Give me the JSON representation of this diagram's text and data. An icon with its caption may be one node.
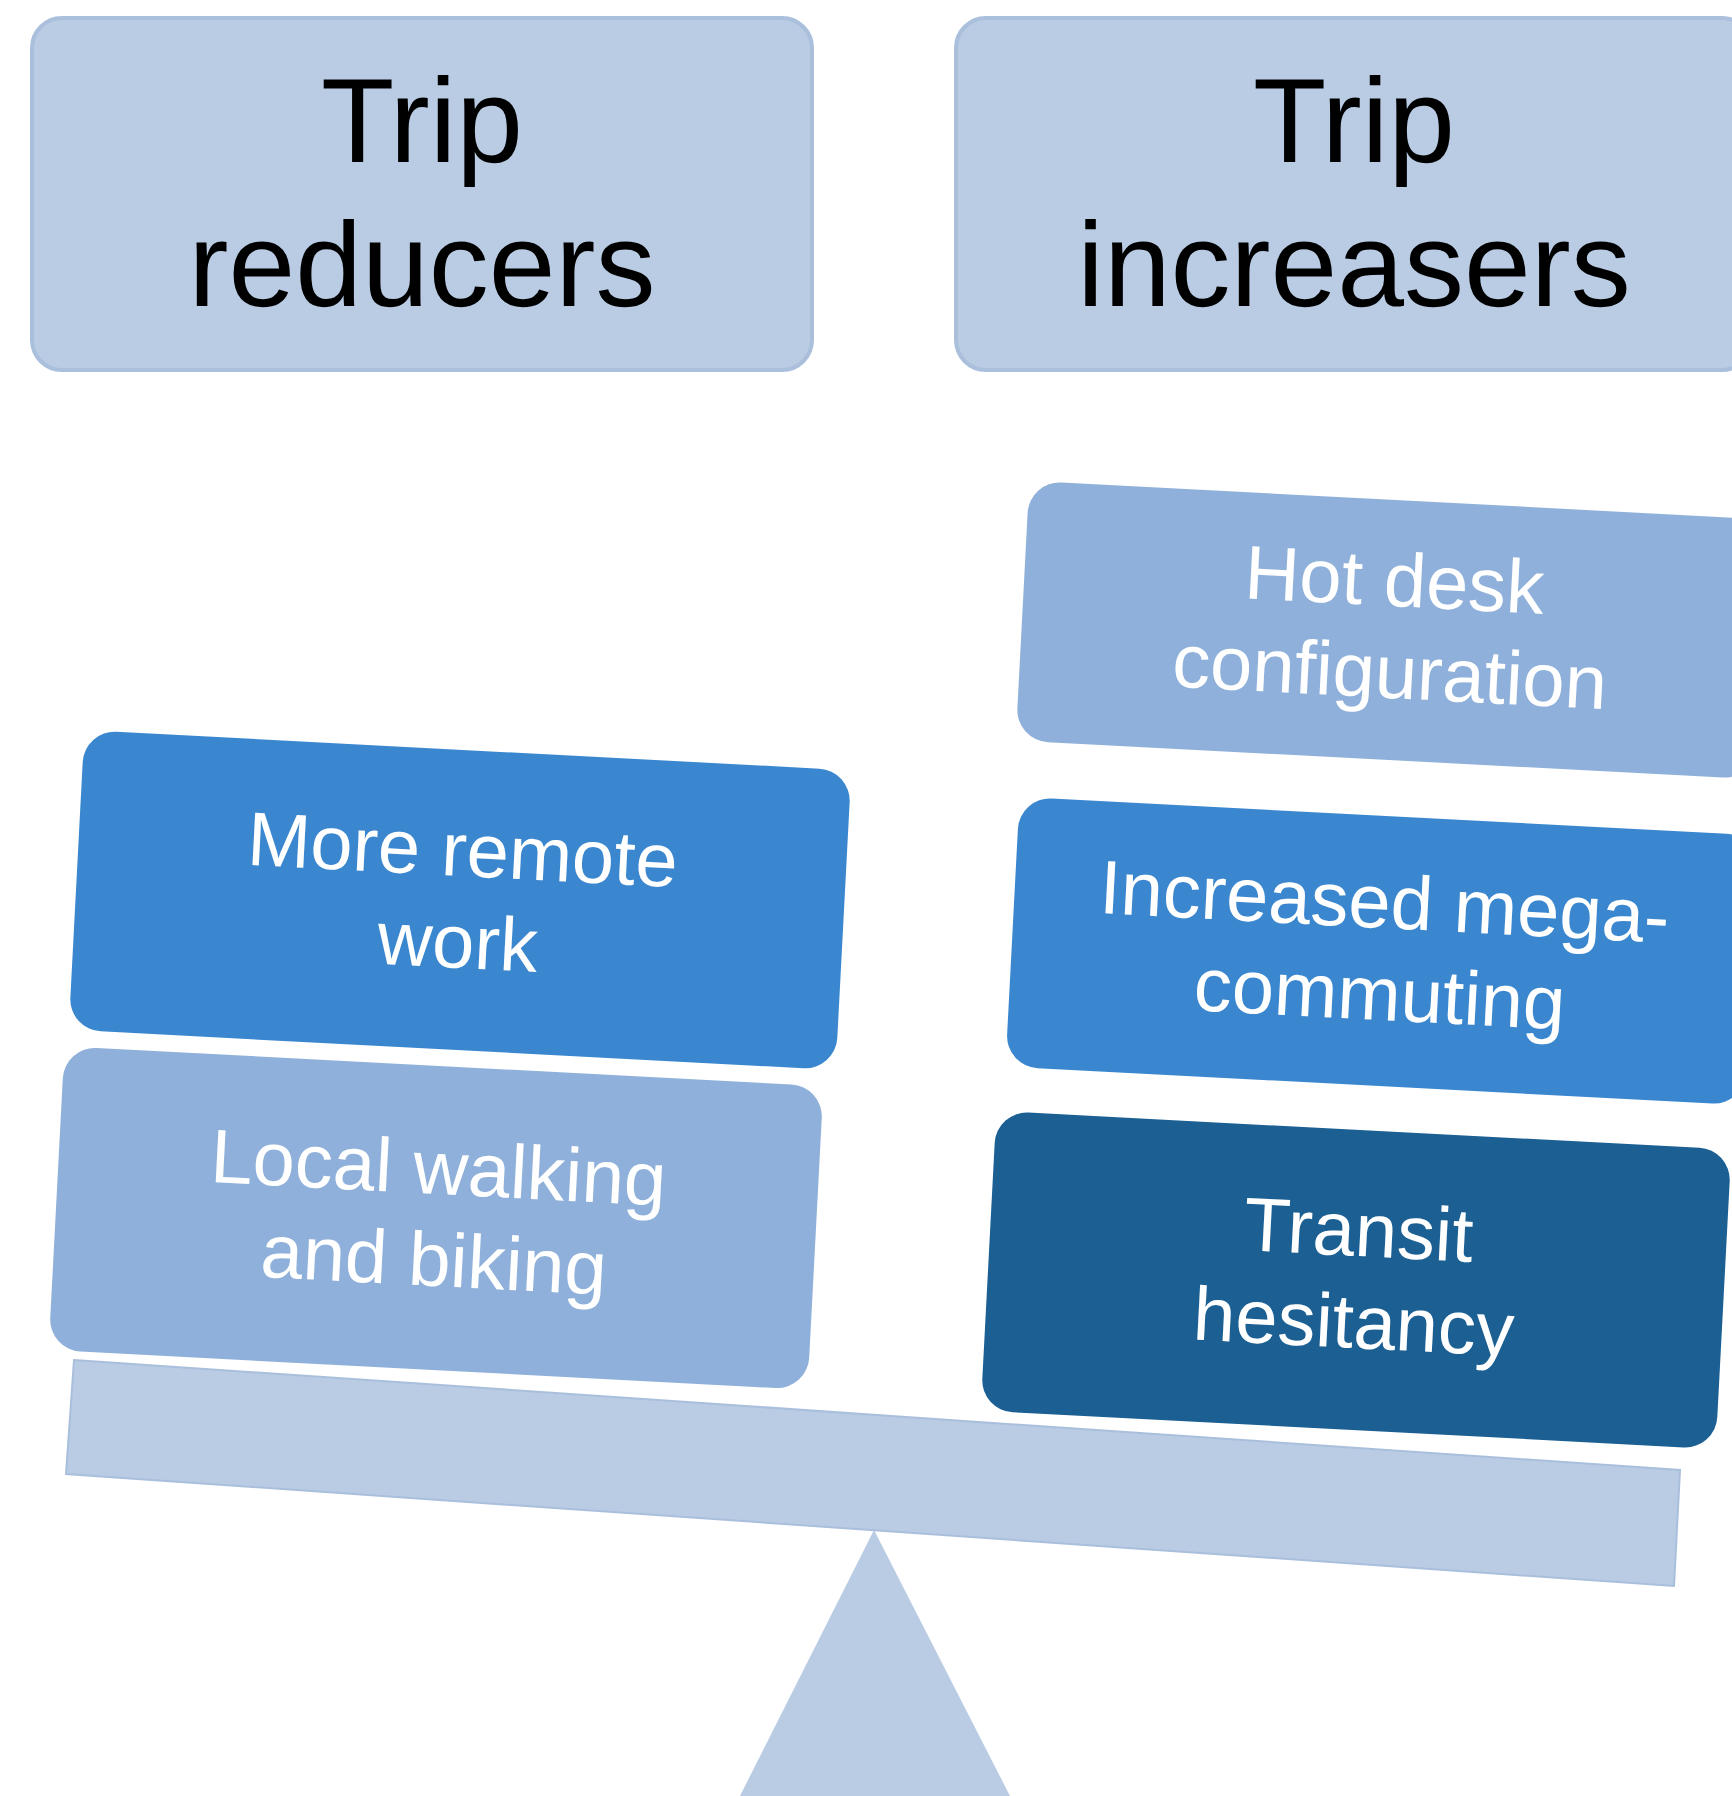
{
  "diagram": {
    "nodes": [
      {
        "text": [
          "Trip reducers"
        ]
      },
      {
        "text": [
          "Trip increasers"
        ]
      },
      {
        "text": [
          "More remote work"
        ]
      },
      {
        "text": [
          "Local walking and biking"
        ]
      },
      {
        "text": [
          "Hot desk configuration"
        ]
      },
      {
        "text": [
          "Increased mega-commuting"
        ]
      },
      {
        "text": [
          "Transit hesitancy"
        ]
      }
    ],
    "edges": []
  }
}
